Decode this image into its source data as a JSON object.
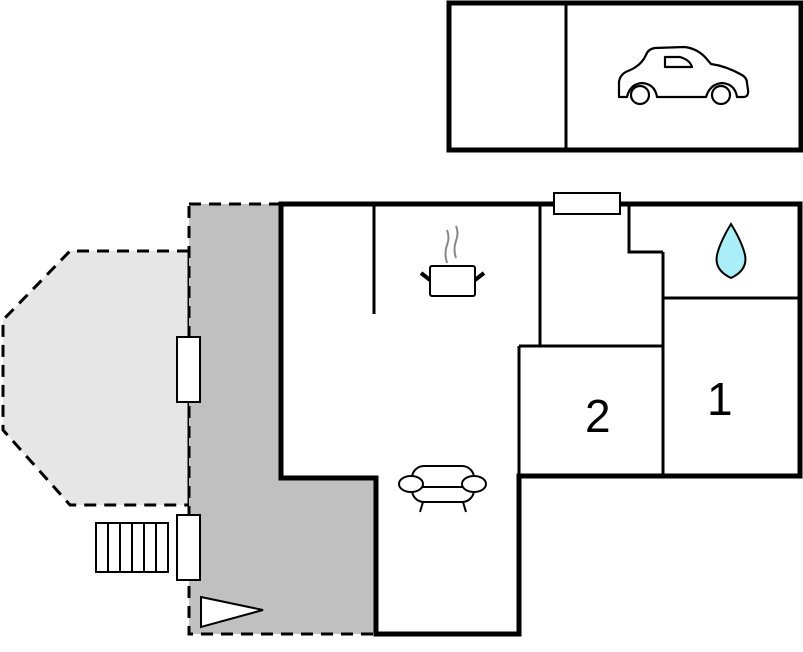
{
  "floorplan": {
    "colors": {
      "wall": "#000000",
      "terrace_dark": "#c0c0c0",
      "deck_light": "#e6e6e6",
      "water_drop": "#aaeef8",
      "steam": "#888888",
      "background": "#ffffff"
    },
    "rooms": [
      {
        "id": "bedroom-2",
        "label": "2"
      },
      {
        "id": "bedroom-1",
        "label": "1"
      }
    ],
    "icons": [
      "car-icon",
      "kitchen-pot-icon",
      "water-drop-icon",
      "sofa-icon",
      "stairs-icon",
      "entrance-arrow-icon"
    ]
  }
}
